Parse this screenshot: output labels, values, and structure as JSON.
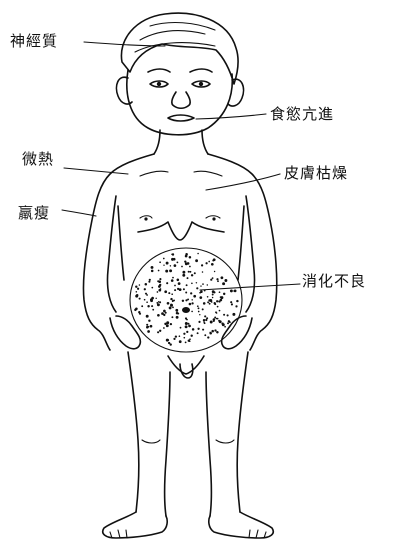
{
  "labels": {
    "nervous": "神經質",
    "appetite": "食慾亢進",
    "fever": "微熱",
    "skin": "皮膚枯燥",
    "emaciation": "羸瘦",
    "indigestion": "消化不良"
  },
  "colors": {
    "ink": "#111111",
    "background": "#ffffff"
  }
}
